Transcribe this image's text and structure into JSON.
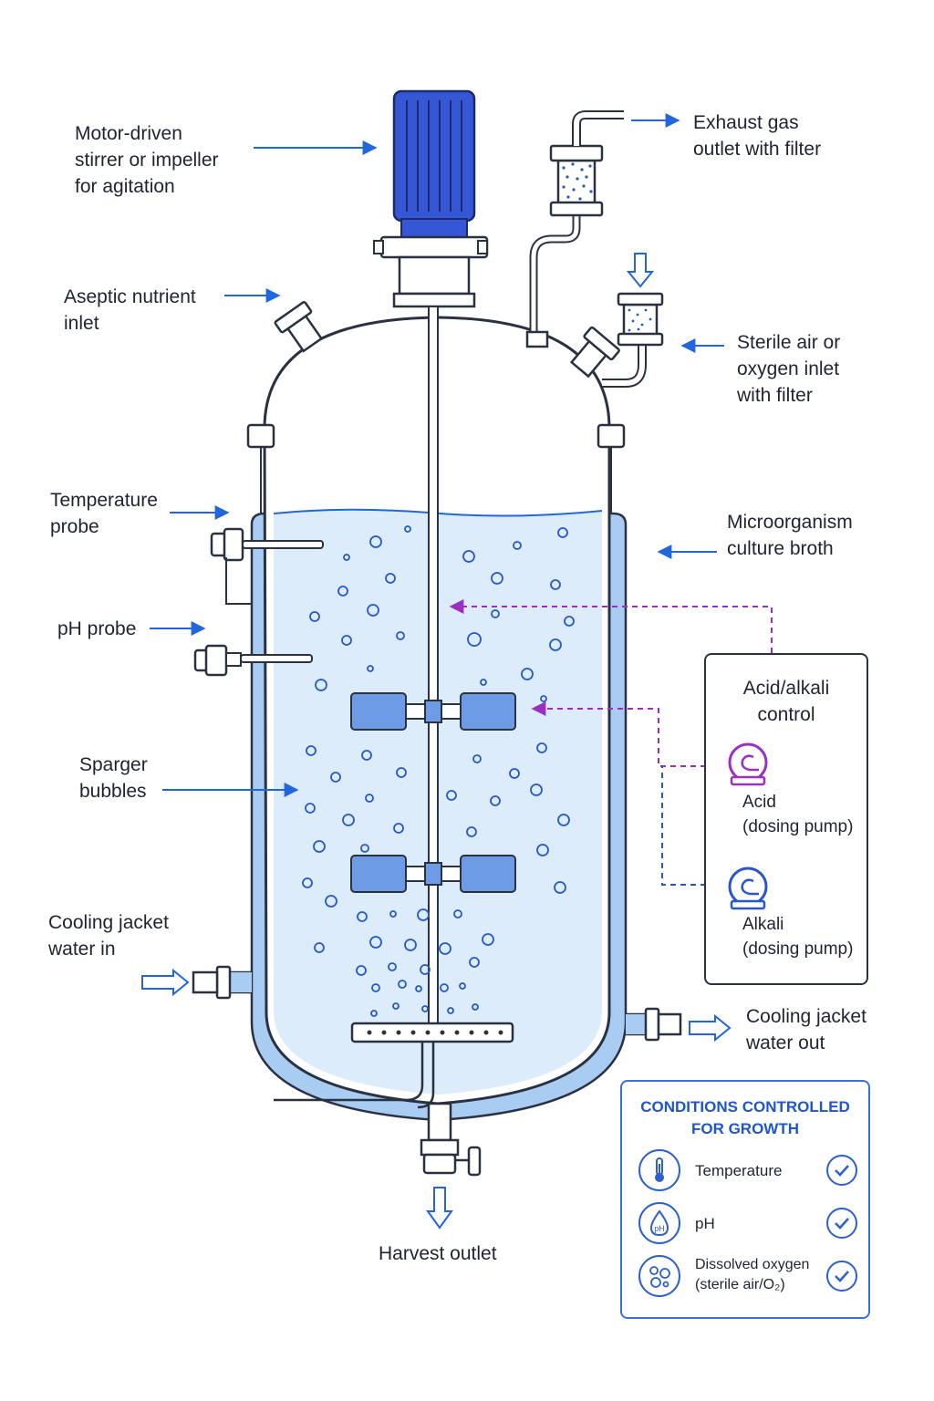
{
  "labels": {
    "motor": "Motor-driven\nstirrer or impeller\nfor agitation",
    "exhaust": "Exhaust gas\noutlet with filter",
    "nutrient": "Aseptic nutrient\ninlet",
    "air": "Sterile air or\noxygen inlet\nwith filter",
    "temperature": "Temperature\nprobe",
    "broth": "Microorganism\nculture broth",
    "ph": "pH probe",
    "sparger": "Sparger\nbubbles",
    "cooling_in": "Cooling jacket\nwater in",
    "cooling_out": "Cooling jacket\nwater out",
    "harvest": "Harvest outlet"
  },
  "control": {
    "title": "Acid/alkali\ncontrol",
    "acid": "Acid\n(dosing pump)",
    "alkali": "Alkali\n(dosing pump)"
  },
  "conditions": {
    "title": "CONDITIONS CONTROLLED\nFOR GROWTH",
    "items": [
      {
        "label": "Temperature",
        "icon": "thermometer-icon"
      },
      {
        "label": "pH",
        "icon": "ph-drop-icon",
        "icon_text": "pH"
      },
      {
        "label": "Dissolved oxygen\n(sterile air/O₂)",
        "icon": "bubbles-icon"
      }
    ]
  },
  "colors": {
    "outline": "#2a3140",
    "broth": "#dcecfb",
    "jacket": "#a9cdf2",
    "motor": "#3557d6",
    "arrow": "#2266dd",
    "acid": "#9a2fc0",
    "alkali": "#2a55d0",
    "impeller": "#6e9be6"
  }
}
